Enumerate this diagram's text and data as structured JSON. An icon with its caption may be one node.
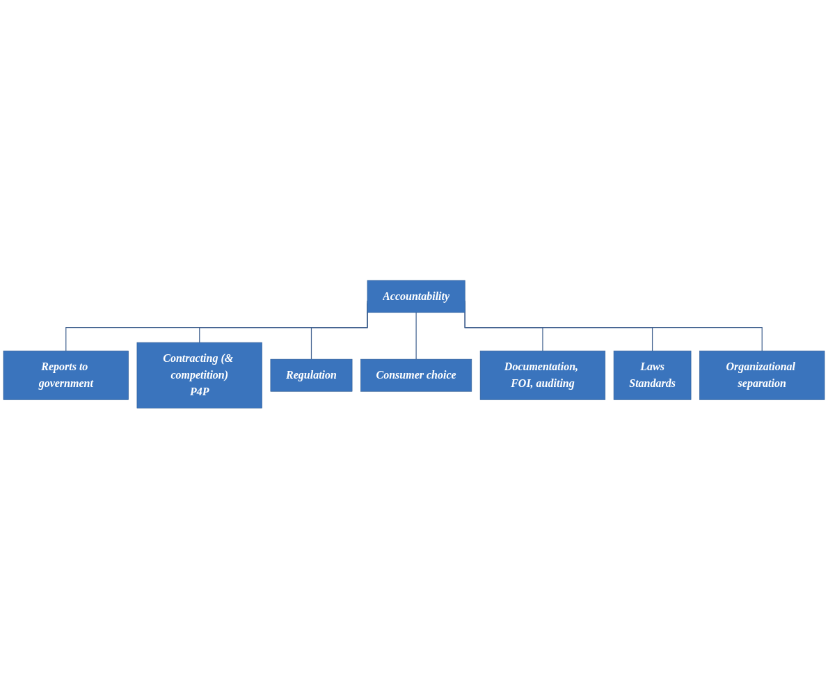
{
  "diagram": {
    "nodes": [
      {
        "text": [
          "Accountability"
        ]
      },
      {
        "text": [
          "Reports to government"
        ]
      },
      {
        "text": [
          "Contracting (& competition)",
          "P4P"
        ]
      },
      {
        "text": [
          "Regulation"
        ]
      },
      {
        "text": [
          "Consumer choice"
        ]
      },
      {
        "text": [
          "Documentation, FOI, auditing"
        ]
      },
      {
        "text": [
          "Laws",
          "Standards"
        ]
      },
      {
        "text": [
          "Organizational separation"
        ]
      }
    ],
    "edges": [
      {
        "from": 0,
        "to": 1,
        "arrow": "none"
      },
      {
        "from": 0,
        "to": 2,
        "arrow": "none"
      },
      {
        "from": 0,
        "to": 3,
        "arrow": "none"
      },
      {
        "from": 0,
        "to": 4,
        "arrow": "none"
      },
      {
        "from": 0,
        "to": 5,
        "arrow": "none"
      },
      {
        "from": 0,
        "to": 6,
        "arrow": "none"
      },
      {
        "from": 0,
        "to": 7,
        "arrow": "none"
      }
    ]
  }
}
